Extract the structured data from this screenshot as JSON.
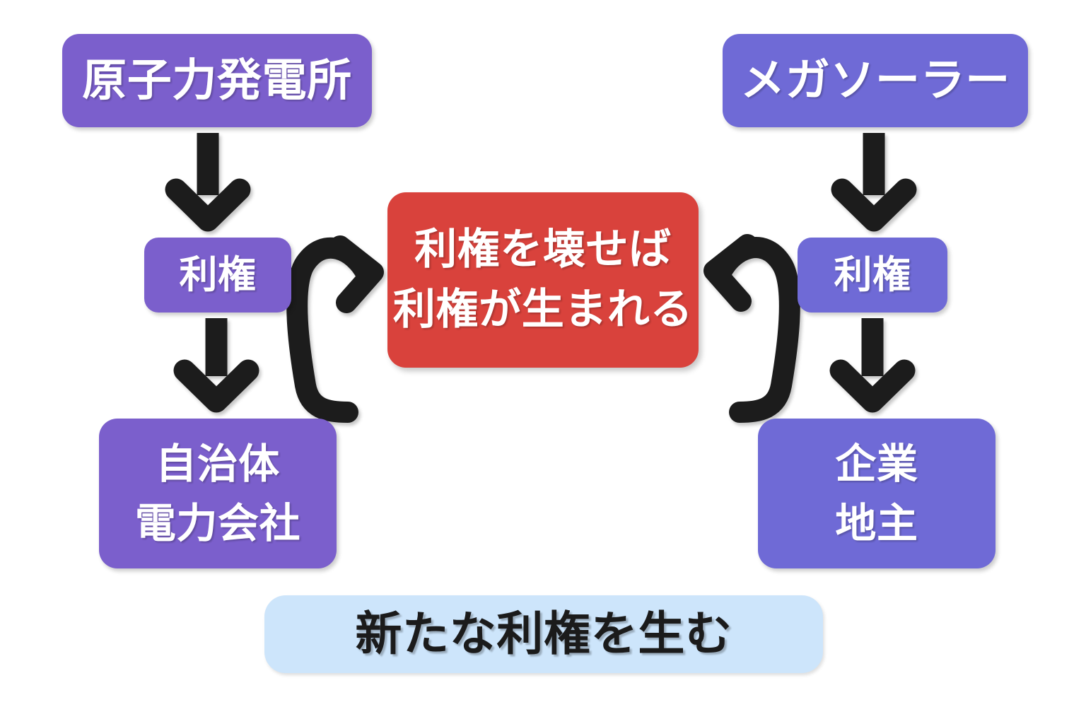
{
  "diagram": {
    "title_text_present": false,
    "background_color": "#ffffff",
    "nodes": {
      "nuclear_plant": {
        "label": "原子力発電所",
        "color": "#7b5fcc"
      },
      "mega_solar": {
        "label": "メガソーラー",
        "color": "#6f6ad6"
      },
      "interest_left": {
        "label": "利権",
        "color": "#7b5fcc"
      },
      "interest_right": {
        "label": "利権",
        "color": "#6f6ad6"
      },
      "municipality": {
        "line1": "自治体",
        "line2": "電力会社",
        "color": "#7b5fcc"
      },
      "companies": {
        "line1": "企業",
        "line2": "地主",
        "color": "#6f6ad6"
      },
      "center_statement": {
        "line1": "利権を壊せば",
        "line2": "利権が生まれる",
        "color": "#d9423c"
      },
      "new_interest_banner": {
        "label": "新たな利権を生む",
        "color": "#cde5fb",
        "text_color": "#1b1b1b"
      }
    },
    "arrows": {
      "color": "#1e1e1e",
      "straight": [
        {
          "name": "nuclear-plant-to-interest-left",
          "from": "nuclear_plant",
          "to": "interest_left",
          "direction": "down"
        },
        {
          "name": "interest-left-to-municipality",
          "from": "interest_left",
          "to": "municipality",
          "direction": "down"
        },
        {
          "name": "mega-solar-to-interest-right",
          "from": "mega_solar",
          "to": "interest_right",
          "direction": "down"
        },
        {
          "name": "interest-right-to-companies",
          "from": "interest_right",
          "to": "companies",
          "direction": "down"
        }
      ],
      "curved": [
        {
          "name": "loop-left-into-center",
          "shape": "u-turn",
          "head_direction": "right",
          "points_to": "center_statement"
        },
        {
          "name": "loop-right-into-center",
          "shape": "u-turn",
          "head_direction": "left",
          "points_to": "center_statement"
        }
      ]
    }
  }
}
